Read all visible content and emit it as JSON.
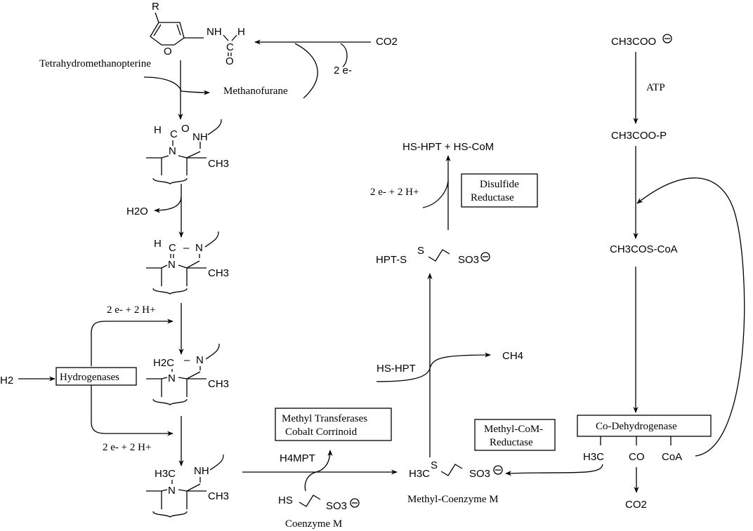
{
  "methanofuran": {
    "r": "R",
    "nh": "NH",
    "c": "C",
    "h": "H",
    "o_ring": "O",
    "o_carbonyl": "O"
  },
  "co2_top": "CO2",
  "two_e": "2 e-",
  "tetrahydromethanopterine": "Tetrahydromethanopterine",
  "methanofurane": "Methanofurane",
  "h2o": "H2O",
  "step_e_h": "2 e- + 2 H+",
  "h2": "H2",
  "hydrogenases": "Hydrogenases",
  "formyl": {
    "h": "H",
    "c": "C",
    "o": "O",
    "nh": "NH",
    "n": "N",
    "ch3": "CH3"
  },
  "methenyl": {
    "h": "H",
    "c": "C",
    "dash": "–",
    "n_top": "N",
    "n_bottom": "N",
    "ch3": "CH3"
  },
  "methylene": {
    "h2c": "H2C",
    "dash": "–",
    "n_top": "N",
    "n_bottom": "N",
    "ch3": "CH3"
  },
  "methyl": {
    "h3c": "H3C",
    "nh": "NH",
    "n": "N",
    "ch3": "CH3"
  },
  "methyl_transferases": {
    "line1": "Methyl Transferases",
    "line2": "Cobalt Corrinoid"
  },
  "h4mpt": "H4MPT",
  "coenzyme_m": {
    "hs": "HS",
    "so3": "SO3",
    "label": "Coenzyme M"
  },
  "methyl_com": {
    "h3c": "H3C",
    "s": "S",
    "so3": "SO3",
    "label": "Methyl-Coenzyme M"
  },
  "methyl_com_reductase": {
    "line1": "Methyl-CoM-",
    "line2": "Reductase"
  },
  "hs_hpt": "HS-HPT",
  "ch4": "CH4",
  "heterodisulfide": {
    "hpt_s": "HPT-S",
    "s": "S",
    "so3": "SO3"
  },
  "disulfide_reductase": {
    "line1": "Disulfide",
    "line2": "Reductase"
  },
  "products": "HS-HPT + HS-CoM",
  "acetate": "CH3COO",
  "atp": "ATP",
  "acetyl_phosphate": "CH3COO-P",
  "acetyl_coa": "CH3COS-CoA",
  "co_dehydrogenase": "Co-Dehydrogenase",
  "codh_parts": {
    "h3c": "H3C",
    "co": "CO",
    "coa": "CoA"
  },
  "co2_bottom": "CO2"
}
